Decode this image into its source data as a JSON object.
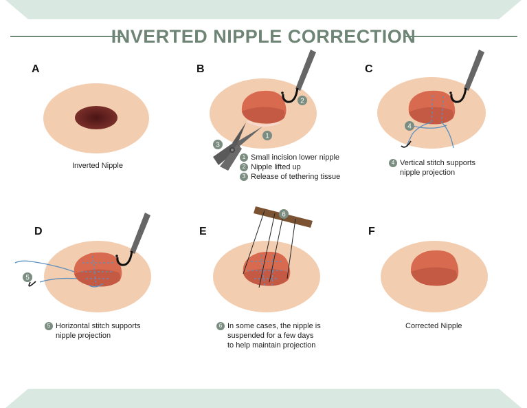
{
  "title": "INVERTED NIPPLE CORRECTION",
  "colors": {
    "band": "#d9e8e0",
    "title": "#6e8576",
    "skin": "#f2cdb0",
    "nipple": "#d86a50",
    "nipple_dark": "#5a1f1c",
    "badge": "#7a8d80",
    "instrument": "#666666",
    "suture": "#5a8fbf",
    "bar": "#7b5332"
  },
  "panels": {
    "a": {
      "letter": "A",
      "caption": "Inverted Nipple"
    },
    "b": {
      "letter": "B",
      "steps": [
        {
          "num": "1",
          "text": "Small incision lower nipple"
        },
        {
          "num": "2",
          "text": "Nipple lifted up"
        },
        {
          "num": "3",
          "text": "Release of tethering tissue"
        }
      ]
    },
    "c": {
      "letter": "C",
      "num": "4",
      "line1": "Vertical stitch supports",
      "line2": "nipple projection"
    },
    "d": {
      "letter": "D",
      "num": "5",
      "line1": "Horizontal stitch supports",
      "line2": "nipple projection"
    },
    "e": {
      "letter": "E",
      "num": "6",
      "line1": "In some cases, the nipple is",
      "line2": "suspended for a few days",
      "line3": "to help maintain projection"
    },
    "f": {
      "letter": "F",
      "caption": "Corrected Nipple"
    }
  }
}
